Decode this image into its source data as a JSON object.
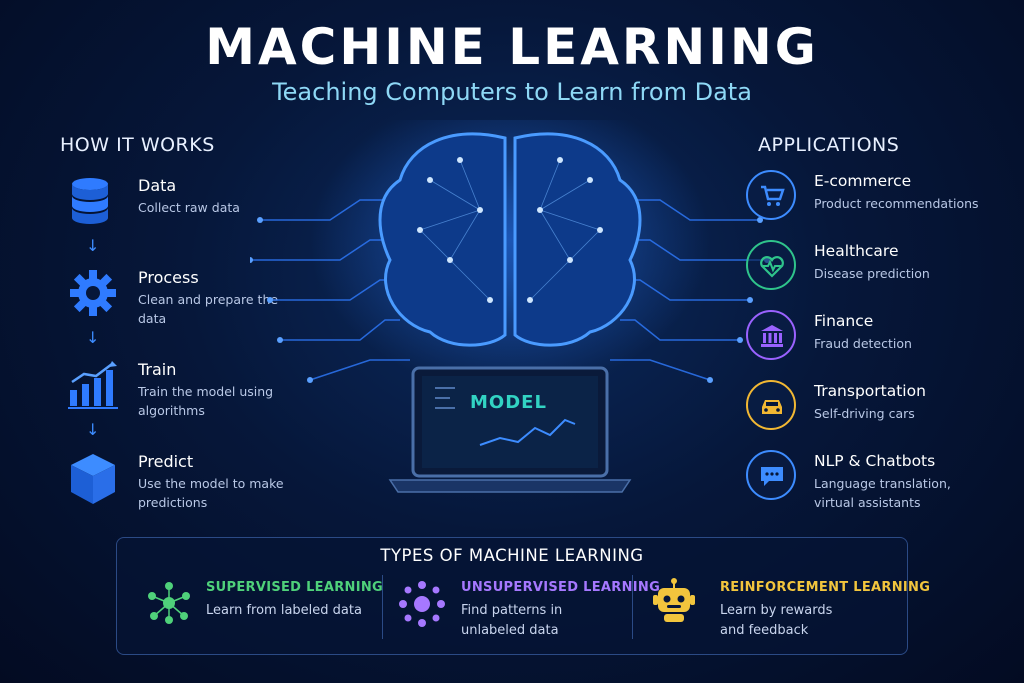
{
  "header": {
    "title": "MACHINE LEARNING",
    "subtitle": "Teaching Computers to Learn from Data"
  },
  "how_it_works": {
    "heading": "HOW IT WORKS",
    "steps": [
      {
        "title": "Data",
        "desc": "Collect raw data",
        "icon": "database-icon"
      },
      {
        "title": "Process",
        "desc": "Clean and prepare the data",
        "icon": "gear-icon"
      },
      {
        "title": "Train",
        "desc": "Train the model using algorithms",
        "icon": "chart-icon"
      },
      {
        "title": "Predict",
        "desc": "Use the model to make predictions",
        "icon": "cube-icon"
      }
    ],
    "arrow": "↓"
  },
  "center": {
    "screen_label": "MODEL"
  },
  "applications": {
    "heading": "APPLICATIONS",
    "items": [
      {
        "title": "E-commerce",
        "desc": "Product recommendations",
        "icon": "cart-icon",
        "color": "#3d8cff"
      },
      {
        "title": "Healthcare",
        "desc": "Disease prediction",
        "icon": "heart-pulse-icon",
        "color": "#2fc48b"
      },
      {
        "title": "Finance",
        "desc": "Fraud detection",
        "icon": "bank-icon",
        "color": "#9a62ff"
      },
      {
        "title": "Transportation",
        "desc": "Self-driving cars",
        "icon": "car-icon",
        "color": "#f2b833"
      },
      {
        "title": "NLP & Chatbots",
        "desc": "Language translation, virtual assistants",
        "icon": "chat-icon",
        "color": "#3d8cff"
      }
    ]
  },
  "types": {
    "heading": "TYPES OF MACHINE LEARNING",
    "items": [
      {
        "title": "SUPERVISED LEARNING",
        "desc": "Learn from labeled data",
        "icon": "network-icon",
        "color": "#4fd17a"
      },
      {
        "title": "UNSUPERVISED LEARNING",
        "desc": "Find patterns in unlabeled data",
        "icon": "cluster-icon",
        "color": "#a678ff"
      },
      {
        "title": "REINFORCEMENT LEARNING",
        "desc": "Learn by rewards and feedback",
        "icon": "robot-icon",
        "color": "#f2c53d"
      }
    ]
  }
}
